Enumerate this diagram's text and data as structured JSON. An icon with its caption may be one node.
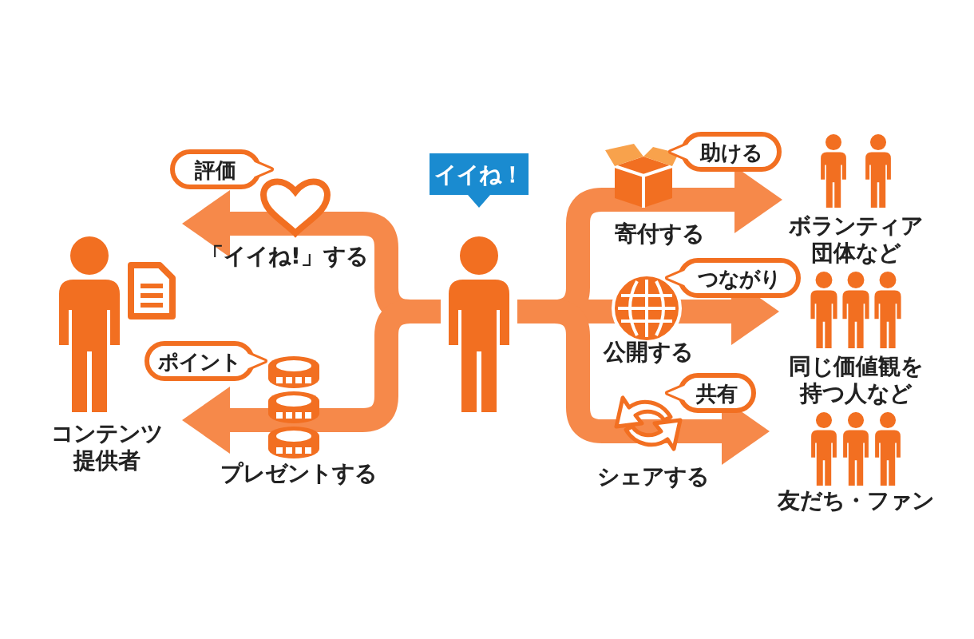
{
  "diagram": {
    "nodes": [
      {
        "text": [
          "コンテンツ提供者"
        ]
      },
      {
        "text": [],
        "shape": "person",
        "beside": [
          "イイね！"
        ]
      },
      {
        "text": [
          "ボランティア団体など"
        ]
      },
      {
        "text": [
          "同じ価値観を持つ人など"
        ]
      },
      {
        "text": [
          "友だち・ファン"
        ]
      }
    ],
    "edges": [
      {
        "from": 1,
        "to": 0,
        "arrow": "to",
        "label": "「イイね!」する"
      },
      {
        "from": 1,
        "to": 0,
        "arrow": "to",
        "label": "プレゼントする"
      },
      {
        "from": 1,
        "to": 2,
        "arrow": "to",
        "label": "寄付する"
      },
      {
        "from": 1,
        "to": 3,
        "arrow": "to",
        "label": "公開する"
      },
      {
        "from": 1,
        "to": 4,
        "arrow": "to",
        "label": "シェアする"
      }
    ],
    "labels": [
      "助ける",
      "評価",
      "つながり",
      "ポイント",
      "共有"
    ]
  }
}
